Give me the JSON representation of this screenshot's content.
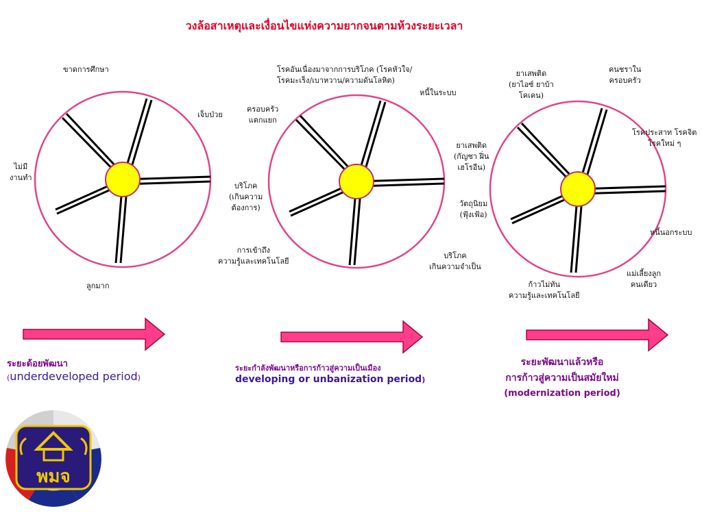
{
  "title": "วงล้อสาเหตุและเงื่อนไขแห่งความยากจนตามห้วงระยะเวลา",
  "wheels": [
    {
      "labels": {
        "l1": "ขาดการศึกษา",
        "l2": "เจ็บป่วย",
        "l3": "ไม่มี\nงานทำ",
        "l4": "ลูกมาก"
      }
    },
    {
      "labels": {
        "l1": "โรคอันเนื่องมาจากการบริโภค (โรคหัวใจ/\nโรคมะเร็ง/เบาหวาน/ความดันโลหิต)",
        "l2": "หนี้ในระบบ",
        "l3": "ครอบครัว\nแตกแยก",
        "l4": "บริโภค\n(เกินความ\nต้องการ)",
        "l5": "การเข้าถึง\nความรู้และเทคโนโลยี",
        "l6": "ยาเสพติด\n(กัญชา ฝิ่น\nเฮโรอีน)",
        "l7": "วัตถุนิยม\n(ฟุ้งเฟ้อ)",
        "l8": "บริโภค\nเกินความจำเป็น"
      }
    },
    {
      "labels": {
        "l1": "ยาเสพติด\n(ยาไอซ์ ยาบ้า\nโคเคน)",
        "l2": "คนชราใน\nครอบครัว",
        "l3": "โรคประสาท โรคจิต\nโรคใหม่ ๆ",
        "l4": "หนี้นอกระบบ",
        "l5": "แม่เลี้ยงลูก\nคนเดียว",
        "l6": "ก้าวไม่ทัน\nความรู้และเทคโนโลยี"
      }
    }
  ],
  "periods": {
    "p1_thai": "ระยะด้อยพัฒนา",
    "p1_eng": "underdeveloped period",
    "p2_thai": "ระยะกำลังพัฒนาหรือการก้าวสู่ความเป็นเมือง",
    "p2_eng": "developing or unbanization period",
    "p3_thai_1": "ระยะพัฒนาแล้วหรือ",
    "p3_thai_2": "การก้าวสู่ความเป็นสมัยใหม่",
    "p3_eng": "(modernization period)"
  },
  "logo": {
    "text": "พมจ"
  },
  "colors": {
    "title": "#e0002a",
    "rim": "#e0448a",
    "hub": "#ffff00",
    "arrow": "#ff3d8b",
    "period_thai": "#7a0a8a",
    "period_eng": "#3a1a9a"
  }
}
